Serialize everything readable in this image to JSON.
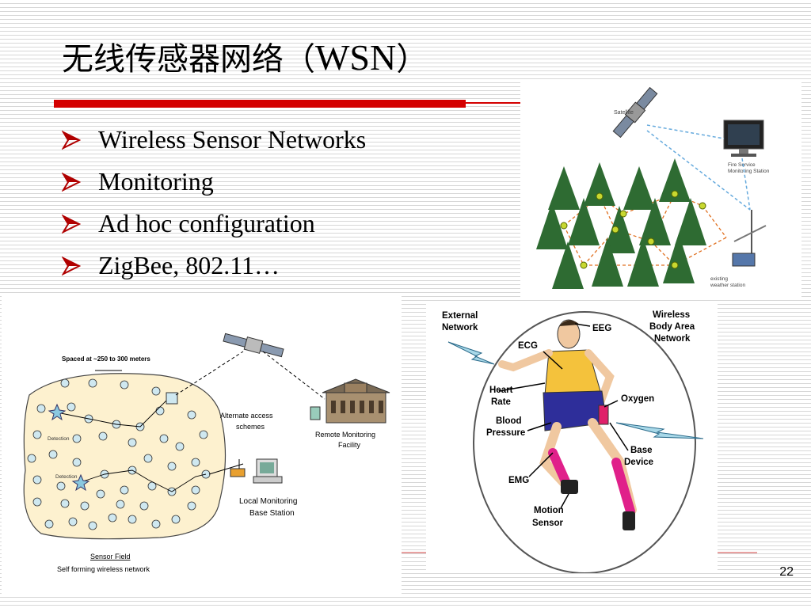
{
  "slide": {
    "title_cn": "无线传感器网络（",
    "title_en": "WSN",
    "title_close": "）",
    "bullets": [
      "Wireless Sensor Networks",
      "Monitoring",
      "Ad hoc configuration",
      "ZigBee, 802.11…"
    ],
    "page_number": "22"
  },
  "forest_figure": {
    "satellite": "Satellite",
    "station_line1": "Fire Service",
    "station_line2": "Monitoring Station",
    "weather_line1": "existing",
    "weather_line2": "weather station"
  },
  "sensor_field_figure": {
    "spacing": "Spaced at  ~250 to 300 meters",
    "alt_line1": "Alternate access",
    "alt_line2": "schemes",
    "remote_line1": "Remote Monitoring",
    "remote_line2": "Facility",
    "local_line1": "Local Monitoring",
    "local_line2": "Base Station",
    "detection": "Detection",
    "field_label": "Sensor Field",
    "field_sub": "Self forming wireless network"
  },
  "body_area_figure": {
    "external_line1": "External",
    "external_line2": "Network",
    "wban_line1": "Wireless",
    "wban_line2": "Body Area",
    "wban_line3": "Network",
    "eeg": "EEG",
    "ecg": "ECG",
    "heart_line1": "Heart",
    "heart_line2": "Rate",
    "blood_line1": "Blood",
    "blood_line2": "Pressure",
    "oxygen": "Oxygen",
    "base_line1": "Base",
    "base_line2": "Device",
    "emg": "EMG",
    "motion_line1": "Motion",
    "motion_line2": "Sensor"
  },
  "colors": {
    "accent_red": "#d40000",
    "tree_green": "#2e6b32",
    "link_orange": "#e07020",
    "node_fill": "#cfe8f0"
  }
}
